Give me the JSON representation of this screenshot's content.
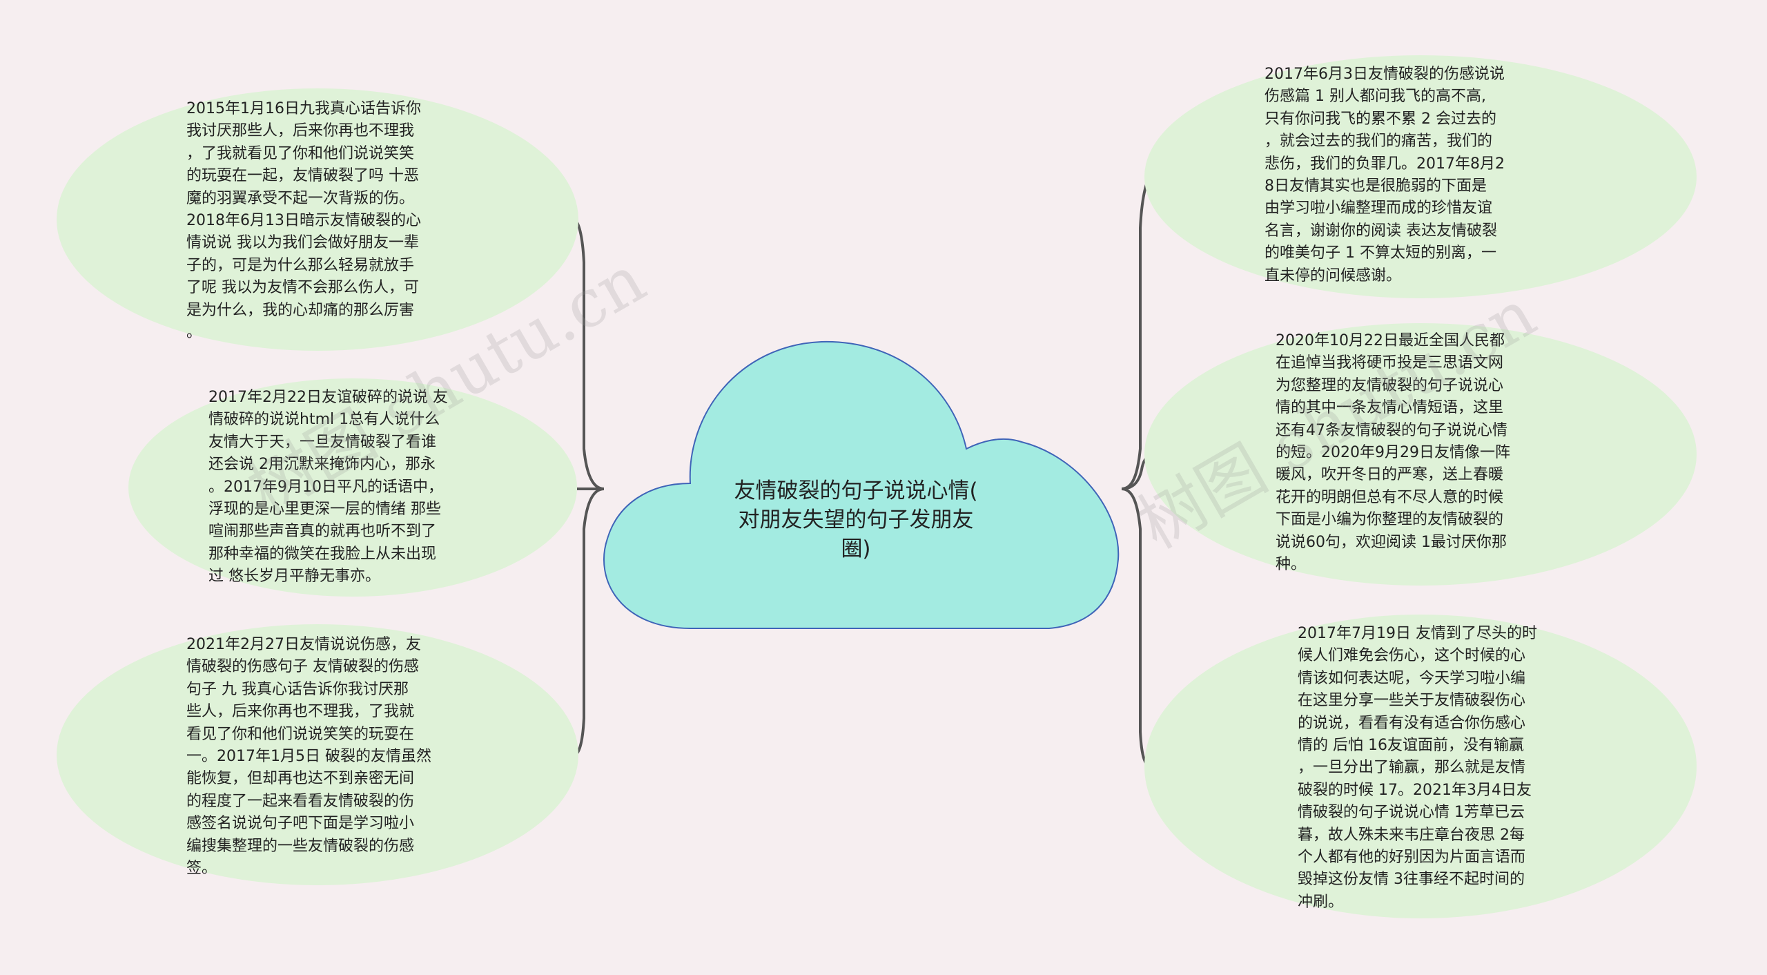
{
  "colors": {
    "background": "#f6eef0",
    "center_fill": "#a3ebe1",
    "center_stroke": "#3f64b8",
    "node_fill": "#dff2d8",
    "connector": "#555555"
  },
  "center": {
    "title": "友情破裂的句子说说心情(\n对朋友失望的句子发朋友\n圈)"
  },
  "left_nodes": [
    {
      "text": "2015年1月16日九我真心话告诉你\n我讨厌那些人，后来你再也不理我\n，了我就看见了你和他们说说笑笑\n的玩耍在一起，友情破裂了吗 十恶\n魔的羽翼承受不起一次背叛的伤。\n2018年6月13日暗示友情破裂的心\n情说说 我以为我们会做好朋友一辈\n子的，可是为什么那么轻易就放手\n了呢 我以为友情不会那么伤人，可\n是为什么，我的心却痛的那么厉害\n。"
    },
    {
      "text": "2017年2月22日友谊破碎的说说 友\n情破碎的说说html 1总有人说什么\n友情大于天，一旦友情破裂了看谁\n还会说 2用沉默来掩饰内心，那永\n。2017年9月10日平凡的话语中，\n浮现的是心里更深一层的情绪 那些\n喧闹那些声音真的就再也听不到了\n那种幸福的微笑在我脸上从未出现\n过 悠长岁月平静无事亦。"
    },
    {
      "text": "2021年2月27日友情说说伤感，友\n情破裂的伤感句子 友情破裂的伤感\n句子 九 我真心话告诉你我讨厌那\n些人，后来你再也不理我，了我就\n看见了你和他们说说笑笑的玩耍在\n一。2017年1月5日 破裂的友情虽然\n能恢复，但却再也达不到亲密无间\n的程度了一起来看看友情破裂的伤\n感签名说说句子吧下面是学习啦小\n编搜集整理的一些友情破裂的伤感\n签。"
    }
  ],
  "right_nodes": [
    {
      "text": "2017年6月3日友情破裂的伤感说说\n伤感篇 1 别人都问我飞的高不高,\n只有你问我飞的累不累 2 会过去的\n，就会过去的我们的痛苦，我们的\n悲伤，我们的负罪几。2017年8月2\n8日友情其实也是很脆弱的下面是\n由学习啦小编整理而成的珍惜友谊\n名言，谢谢你的阅读 表达友情破裂\n的唯美句子 1 不算太短的别离，一\n直未停的问候感谢。"
    },
    {
      "text": "2020年10月22日最近全国人民都\n在追悼当我将硬币投是三思语文网\n为您整理的友情破裂的句子说说心\n情的其中一条友情心情短语，这里\n还有47条友情破裂的句子说说心情\n的短。2020年9月29日友情像一阵\n暖风，吹开冬日的严寒，送上春暖\n花开的明朗但总有不尽人意的时候\n下面是小编为你整理的友情破裂的\n说说60句，欢迎阅读 1最讨厌你那\n种。"
    },
    {
      "text": "2017年7月19日 友情到了尽头的时\n候人们难免会伤心，这个时候的心\n情该如何表达呢，今天学习啦小编\n在这里分享一些关于友情破裂伤心\n的说说，看看有没有适合你伤感心\n情的 后怕 16友谊面前，没有输赢\n，一旦分出了输赢，那么就是友情\n破裂的时候 17。2021年3月4日友\n情破裂的句子说说心情 1芳草已云\n暮，故人殊未来韦庄章台夜思 2每\n个人都有他的好别因为片面言语而\n毁掉这份友情 3往事经不起时间的\n冲刷。"
    }
  ],
  "watermark": "树图 shutu.cn"
}
